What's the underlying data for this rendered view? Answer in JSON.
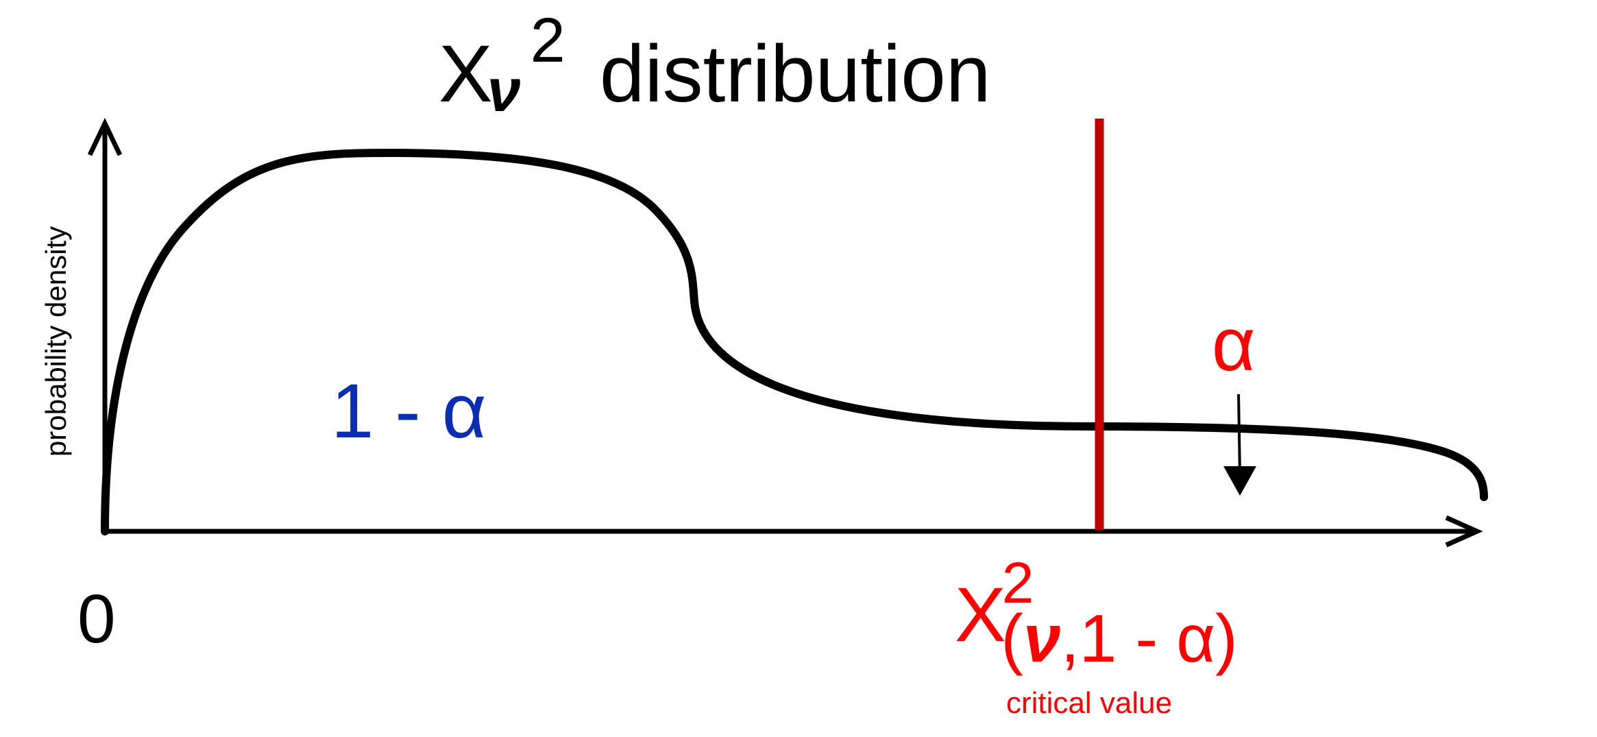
{
  "title": {
    "symbol": "X",
    "subscript": "ν",
    "superscript": "2",
    "text": "distribution"
  },
  "y_axis_label": "probability density",
  "origin_label": "0",
  "region_left_label": "1 - α",
  "region_right_label": "α",
  "critical_value": {
    "symbol": "X",
    "superscript": "2",
    "subscript_open": "(",
    "subscript_nu": "ν",
    "subscript_rest": ",1 - α)",
    "caption": "critical value"
  },
  "colors": {
    "curve": "#000000",
    "critical_line": "#c00000",
    "critical_text": "#ff0000",
    "left_region_text": "#0a2db4",
    "axis": "#000000"
  }
}
